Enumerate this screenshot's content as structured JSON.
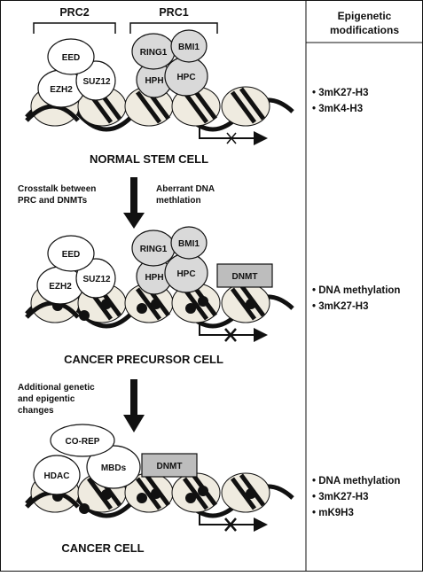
{
  "header": {
    "title_line1": "Epigenetic",
    "title_line2": "modifications"
  },
  "stage1": {
    "prc2_label": "PRC2",
    "prc1_label": "PRC1",
    "prc2_proteins": [
      "EED",
      "EZH2",
      "SUZ12"
    ],
    "prc1_proteins": [
      "RING1",
      "BMI1",
      "HPH",
      "HPC"
    ],
    "title": "NORMAL STEM CELL",
    "modifications": [
      "3mK27-H3",
      "3mK4-H3"
    ]
  },
  "transition1": {
    "left_line1": "Crosstalk between",
    "left_line2": "PRC and DNMTs",
    "right_line1": "Aberrant DNA",
    "right_line2": "methlation"
  },
  "stage2": {
    "prc2_proteins": [
      "EED",
      "EZH2",
      "SUZ12"
    ],
    "prc1_proteins": [
      "RING1",
      "BMI1",
      "HPH",
      "HPC"
    ],
    "dnmt_label": "DNMT",
    "title": "CANCER PRECURSOR CELL",
    "modifications": [
      "DNA methylation",
      "3mK27-H3"
    ]
  },
  "transition2": {
    "line1": "Additional genetic",
    "line2": "and epigentic",
    "line3": "changes"
  },
  "stage3": {
    "proteins": [
      "CO-REP",
      "HDAC",
      "MBDs"
    ],
    "dnmt_label": "DNMT",
    "title": "CANCER CELL",
    "modifications": [
      "DNA methylation",
      "3mK27-H3",
      "mK9H3"
    ]
  },
  "colors": {
    "white_protein": "#ffffff",
    "grey_protein": "#d9d9d9",
    "nucleosome": "#efebe0",
    "dnmt_box": "#bdbdbd",
    "line": "#111111"
  }
}
